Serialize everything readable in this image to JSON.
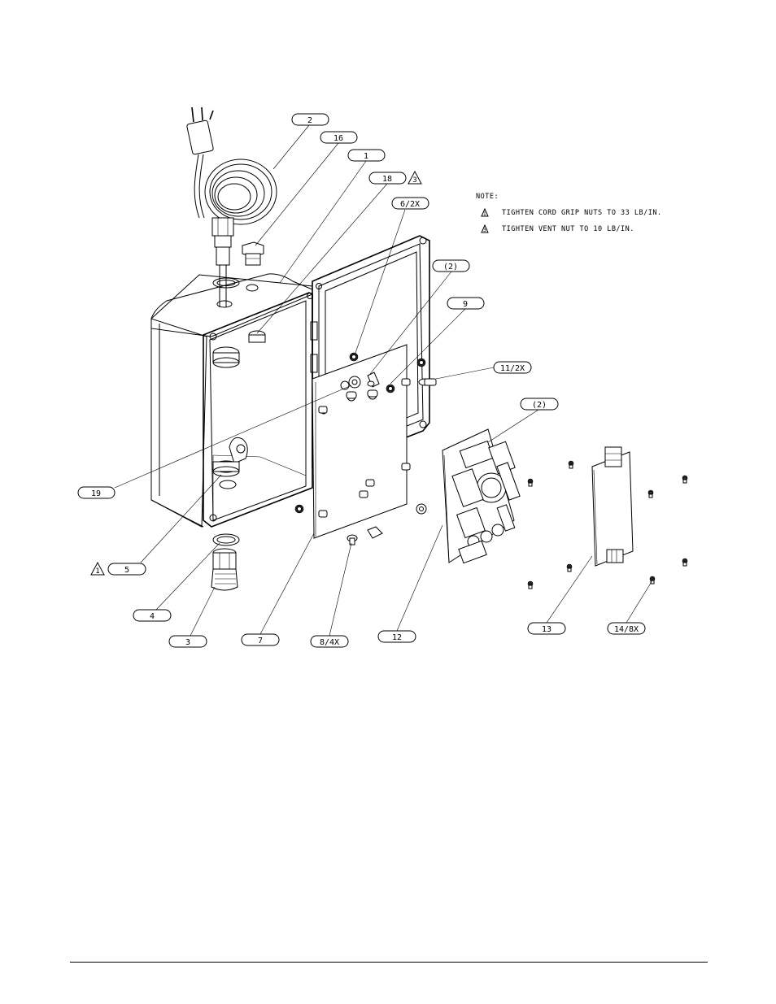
{
  "notes": {
    "heading": "NOTE:",
    "items": [
      {
        "marker": "1",
        "text": "TIGHTEN CORD GRIP NUTS TO 33 LB/IN."
      },
      {
        "marker": "3",
        "text": "TIGHTEN VENT NUT TO 10 LB/IN."
      }
    ]
  },
  "callouts": {
    "c2": "2",
    "c16": "16",
    "c1": "1",
    "c18": "18",
    "c18_marker": "3",
    "c6": "6/2X",
    "c2b": "(2)",
    "c9": "9",
    "c11": "11/2X",
    "c2c": "(2)",
    "c19": "19",
    "c5": "5",
    "c5_marker": "1",
    "c4": "4",
    "c3": "3",
    "c7": "7",
    "c8": "8/4X",
    "c12": "12",
    "c13": "13",
    "c14": "14/8X"
  }
}
